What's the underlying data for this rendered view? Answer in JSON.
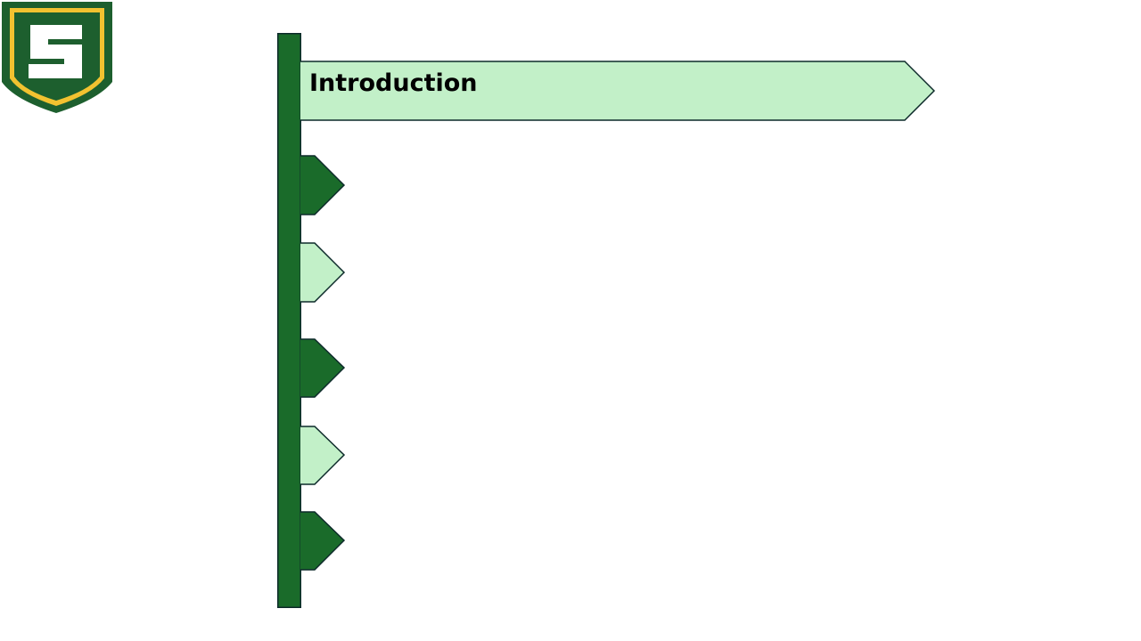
{
  "slide": {
    "title": "Introduction"
  },
  "logo": {
    "letter": "S",
    "icon": "shield-s-logo"
  },
  "colors": {
    "dark_green": "#1a6b2a",
    "light_green": "#c2f0c8",
    "outline": "#0d2a2a",
    "gold": "#f0c020"
  },
  "tabs": [
    {
      "name": "section-tab-1",
      "state": "active"
    },
    {
      "name": "section-tab-2",
      "state": "inactive"
    },
    {
      "name": "section-tab-3",
      "state": "active"
    },
    {
      "name": "section-tab-4",
      "state": "inactive"
    },
    {
      "name": "section-tab-5",
      "state": "active"
    }
  ]
}
